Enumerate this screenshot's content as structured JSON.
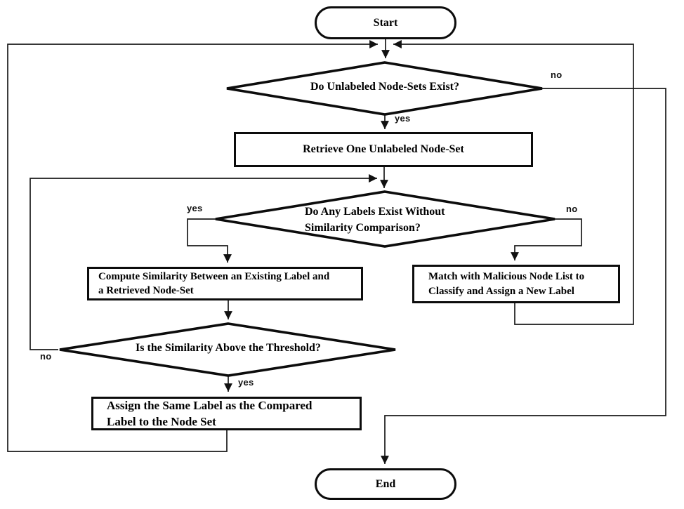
{
  "diagram": {
    "colors": {
      "background": "#ffffff",
      "line": "#1a1a1a",
      "shape_border": "#0c0c0c",
      "text": "#000000"
    },
    "nodes": {
      "start": {
        "type": "terminator",
        "label": "Start"
      },
      "decision_unlabeled": {
        "type": "decision",
        "label": "Do Unlabeled Node-Sets Exist?"
      },
      "retrieve": {
        "type": "process",
        "label": "Retrieve One Unlabeled Node-Set"
      },
      "decision_labels": {
        "type": "decision",
        "lines": [
          "Do Any Labels Exist Without",
          "Similarity Comparison?"
        ]
      },
      "compute": {
        "type": "process",
        "lines": [
          "Compute Similarity Between an Existing Label and",
          "a Retrieved Node-Set"
        ]
      },
      "match": {
        "type": "process",
        "lines": [
          "Match with Malicious Node List to",
          "Classify and Assign a New Label"
        ]
      },
      "decision_threshold": {
        "type": "decision",
        "label": "Is the Similarity Above the Threshold?"
      },
      "assign": {
        "type": "process",
        "lines": [
          "Assign the Same Label as the Compared",
          "Label to the Node Set"
        ]
      },
      "end": {
        "type": "terminator",
        "label": "End"
      }
    },
    "edge_labels": {
      "unlabeled_no": "no",
      "unlabeled_yes": "yes",
      "labels_yes": "yes",
      "labels_no": "no",
      "threshold_no": "no",
      "threshold_yes": "yes"
    }
  }
}
